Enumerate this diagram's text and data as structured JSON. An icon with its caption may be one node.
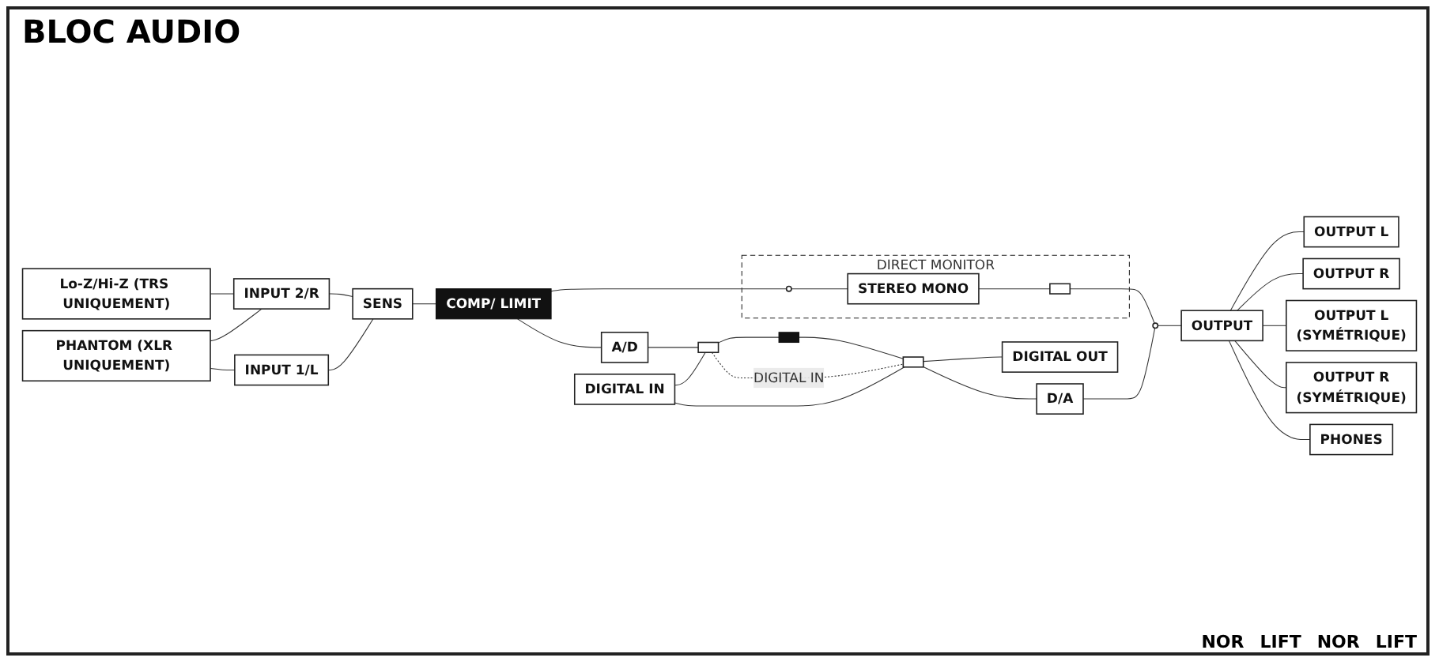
{
  "diagram": {
    "title": "BLOC AUDIO",
    "nodes": [
      {
        "text": [
          "DIGITAL IN"
        ]
      },
      {
        "text": [
          "INPUT 1/L"
        ]
      },
      {
        "text": [
          "INPUT 2/R"
        ]
      },
      {
        "text": [
          "PHANTOM (XLR UNIQUEMENT)"
        ]
      },
      {
        "text": [
          "Lo-Z/Hi-Z (TRS UNIQUEMENT)"
        ]
      },
      {
        "text": [
          "SENS"
        ]
      },
      {
        "text": [
          "COMP/ LIMIT"
        ]
      },
      {
        "text": [
          "A/D"
        ]
      },
      {
        "text": [],
        "shape": "box"
      },
      {
        "text": [],
        "shape": "box"
      },
      {
        "text": [],
        "shape": "box"
      },
      {
        "text": [
          "D/A"
        ]
      },
      {
        "text": [],
        "shape": "circle"
      },
      {
        "text": [
          "OUTPUT"
        ]
      },
      {
        "text": [
          "DIGITAL OUT"
        ]
      },
      {
        "text": [
          "OUTPUT L"
        ]
      },
      {
        "text": [
          "OUTPUT R"
        ]
      },
      {
        "text": [
          "OUTPUT L",
          "(SYMÉTRIQUE)"
        ]
      },
      {
        "text": [
          "OUTPUT R",
          "(SYMÉTRIQUE)"
        ]
      },
      {
        "text": [
          "PHONES"
        ]
      },
      {
        "text": [
          "DIRECT MONITOR"
        ]
      },
      {
        "text": [],
        "shape": "circle",
        "in": 20
      },
      {
        "text": [
          "STEREO MONO"
        ],
        "in": 20
      },
      {
        "text": [],
        "shape": "box",
        "in": 20
      }
    ],
    "edges": [
      {
        "from": 3,
        "to": 1,
        "arrow": "none"
      },
      {
        "from": 3,
        "to": 2,
        "arrow": "none"
      },
      {
        "from": 4,
        "to": 2,
        "arrow": "none"
      },
      {
        "from": 1,
        "to": 5,
        "arrow": "none"
      },
      {
        "from": 2,
        "to": 5,
        "arrow": "none"
      },
      {
        "from": 5,
        "to": 6,
        "arrow": "none"
      },
      {
        "from": 6,
        "to": 7,
        "arrow": "none"
      },
      {
        "from": 6,
        "to": 21,
        "arrow": "none"
      },
      {
        "from": 0,
        "to": 8,
        "arrow": "none"
      },
      {
        "from": 0,
        "to": 10,
        "arrow": "none"
      },
      {
        "from": 7,
        "to": 8,
        "arrow": "none"
      },
      {
        "from": 8,
        "to": 9,
        "arrow": "none"
      },
      {
        "from": 8,
        "to": 10,
        "arrow": "none",
        "label": "DIGITAL IN",
        "style": "dashed"
      },
      {
        "from": 9,
        "to": 10,
        "arrow": "none"
      },
      {
        "from": 10,
        "to": 11,
        "arrow": "none"
      },
      {
        "from": 10,
        "to": 14,
        "arrow": "none"
      },
      {
        "from": 11,
        "to": 12,
        "arrow": "none"
      },
      {
        "from": 21,
        "to": 22,
        "arrow": "none"
      },
      {
        "from": 22,
        "to": 23,
        "arrow": "none"
      },
      {
        "from": 23,
        "to": 12,
        "arrow": "none"
      },
      {
        "from": 12,
        "to": 13,
        "arrow": "none"
      },
      {
        "from": 13,
        "to": 15,
        "arrow": "none"
      },
      {
        "from": 13,
        "to": 16,
        "arrow": "none"
      },
      {
        "from": 13,
        "to": 17,
        "arrow": "none"
      },
      {
        "from": 13,
        "to": 18,
        "arrow": "none"
      },
      {
        "from": 13,
        "to": 19,
        "arrow": "none"
      }
    ],
    "labels": [
      "NOR",
      "LIFT",
      "NOR",
      "LIFT"
    ]
  }
}
